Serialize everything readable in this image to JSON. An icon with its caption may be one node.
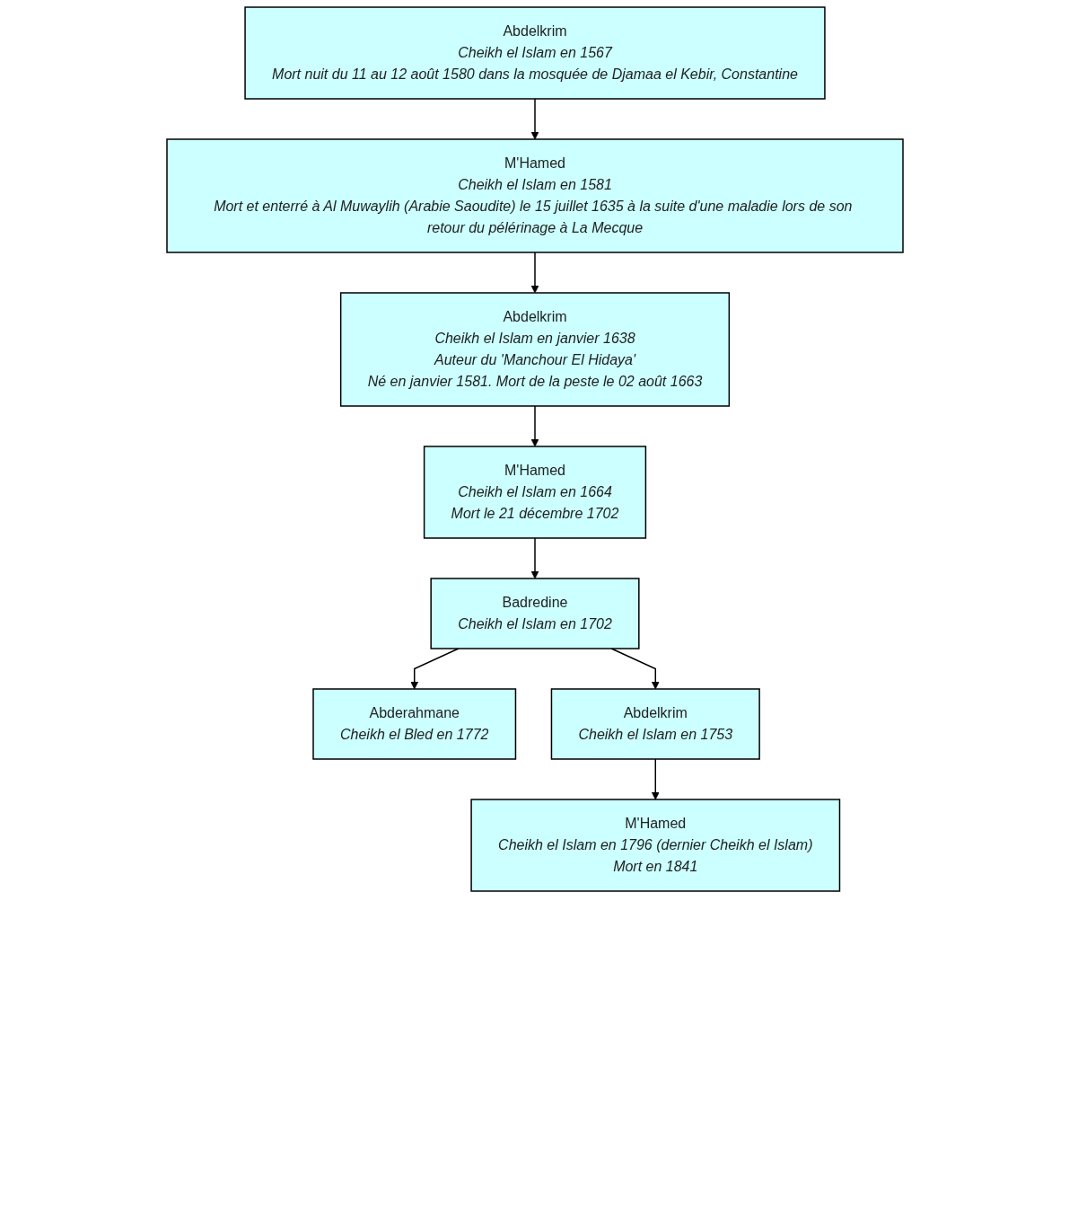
{
  "diagram": {
    "nodes": [
      {
        "text": [
          "Abdelkrim",
          "Cheikh el Islam en 1567",
          "Mort nuit du 11 au 12 août 1580 dans la mosquée de Djamaa el Kebir, Constantine"
        ]
      },
      {
        "text": [
          "M'Hamed",
          "Cheikh el Islam en 1581",
          "Mort et enterré à Al Muwaylih (Arabie Saoudite) le 15 juillet 1635 à la suite d'une maladie lors de son retour du pélérinage à La Mecque"
        ]
      },
      {
        "text": [
          "Abdelkrim",
          "Cheikh el Islam en janvier 1638",
          "Auteur du 'Manchour El Hidaya'",
          "Né en janvier 1581. Mort de la peste le 02 août 1663"
        ]
      },
      {
        "text": [
          "M'Hamed",
          "Cheikh el Islam en 1664",
          "Mort le 21 décembre 1702"
        ]
      },
      {
        "text": [
          "Badredine",
          "Cheikh el Islam en 1702"
        ]
      },
      {
        "text": [
          "Abderahmane",
          "Cheikh el Bled en 1772"
        ]
      },
      {
        "text": [
          "Abdelkrim",
          "Cheikh el Islam en 1753"
        ]
      },
      {
        "text": [
          "M'Hamed",
          "Cheikh el Islam en 1796 (dernier Cheikh el Islam)",
          "Mort en 1841"
        ]
      }
    ],
    "edges": [
      {
        "from": 0,
        "to": 1,
        "arrow": "to"
      },
      {
        "from": 1,
        "to": 2,
        "arrow": "to"
      },
      {
        "from": 2,
        "to": 3,
        "arrow": "to"
      },
      {
        "from": 3,
        "to": 4,
        "arrow": "to"
      },
      {
        "from": 4,
        "to": 5,
        "arrow": "to"
      },
      {
        "from": 4,
        "to": 6,
        "arrow": "to"
      },
      {
        "from": 6,
        "to": 7,
        "arrow": "to"
      }
    ]
  }
}
